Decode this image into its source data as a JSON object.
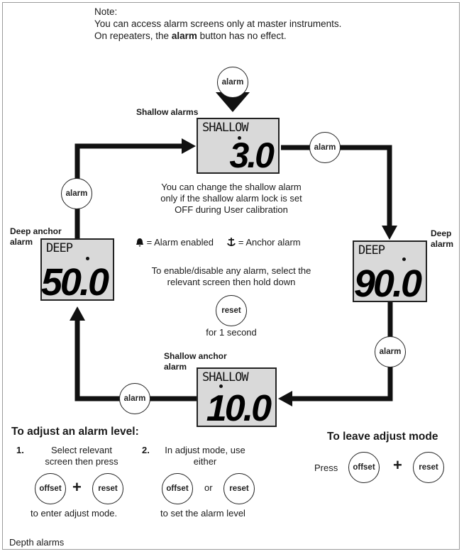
{
  "note": {
    "title": "Note:",
    "line1": "You can access alarm screens only at master instruments.",
    "line2_prefix": "On repeaters, the ",
    "line2_bold": "alarm",
    "line2_suffix": " button has no effect."
  },
  "buttons": {
    "alarm": "alarm",
    "reset": "reset",
    "offset": "offset"
  },
  "screens": {
    "shallow": {
      "label": "Shallow alarms",
      "top": "SHALLOW",
      "value": "3.0"
    },
    "deep_anchor": {
      "label_line1": "Deep anchor",
      "label_line2": "alarm",
      "top": "DEEP",
      "value": "50.0"
    },
    "deep": {
      "label_line1": "Deep",
      "label_line2": "alarm",
      "top": "DEEP",
      "value": "90.0"
    },
    "shallow_anchor": {
      "label_line1": "Shallow anchor",
      "label_line2": "alarm",
      "top": "SHALLOW",
      "value": "10.0"
    }
  },
  "center": {
    "shallow_note": [
      "You can change the shallow alarm",
      "only if the shallow alarm lock is set",
      "OFF during User calibration"
    ],
    "legend_enabled": "= Alarm enabled",
    "legend_anchor": "= Anchor alarm",
    "enable_text": [
      "To enable/disable any alarm, select the",
      "relevant screen then hold down"
    ],
    "for_1_second": "for 1 second"
  },
  "adjust": {
    "heading": "To adjust an alarm level:",
    "step1_num": "1.",
    "step1_text": [
      "Select relevant",
      "screen then press"
    ],
    "step1_caption": "to enter adjust mode.",
    "step2_num": "2.",
    "step2_text": [
      "In adjust mode, use",
      "either"
    ],
    "or": "or",
    "step2_caption": "to set the alarm level"
  },
  "leave": {
    "heading": "To leave adjust mode",
    "press": "Press"
  },
  "plus": "+",
  "footer": "Depth alarms"
}
